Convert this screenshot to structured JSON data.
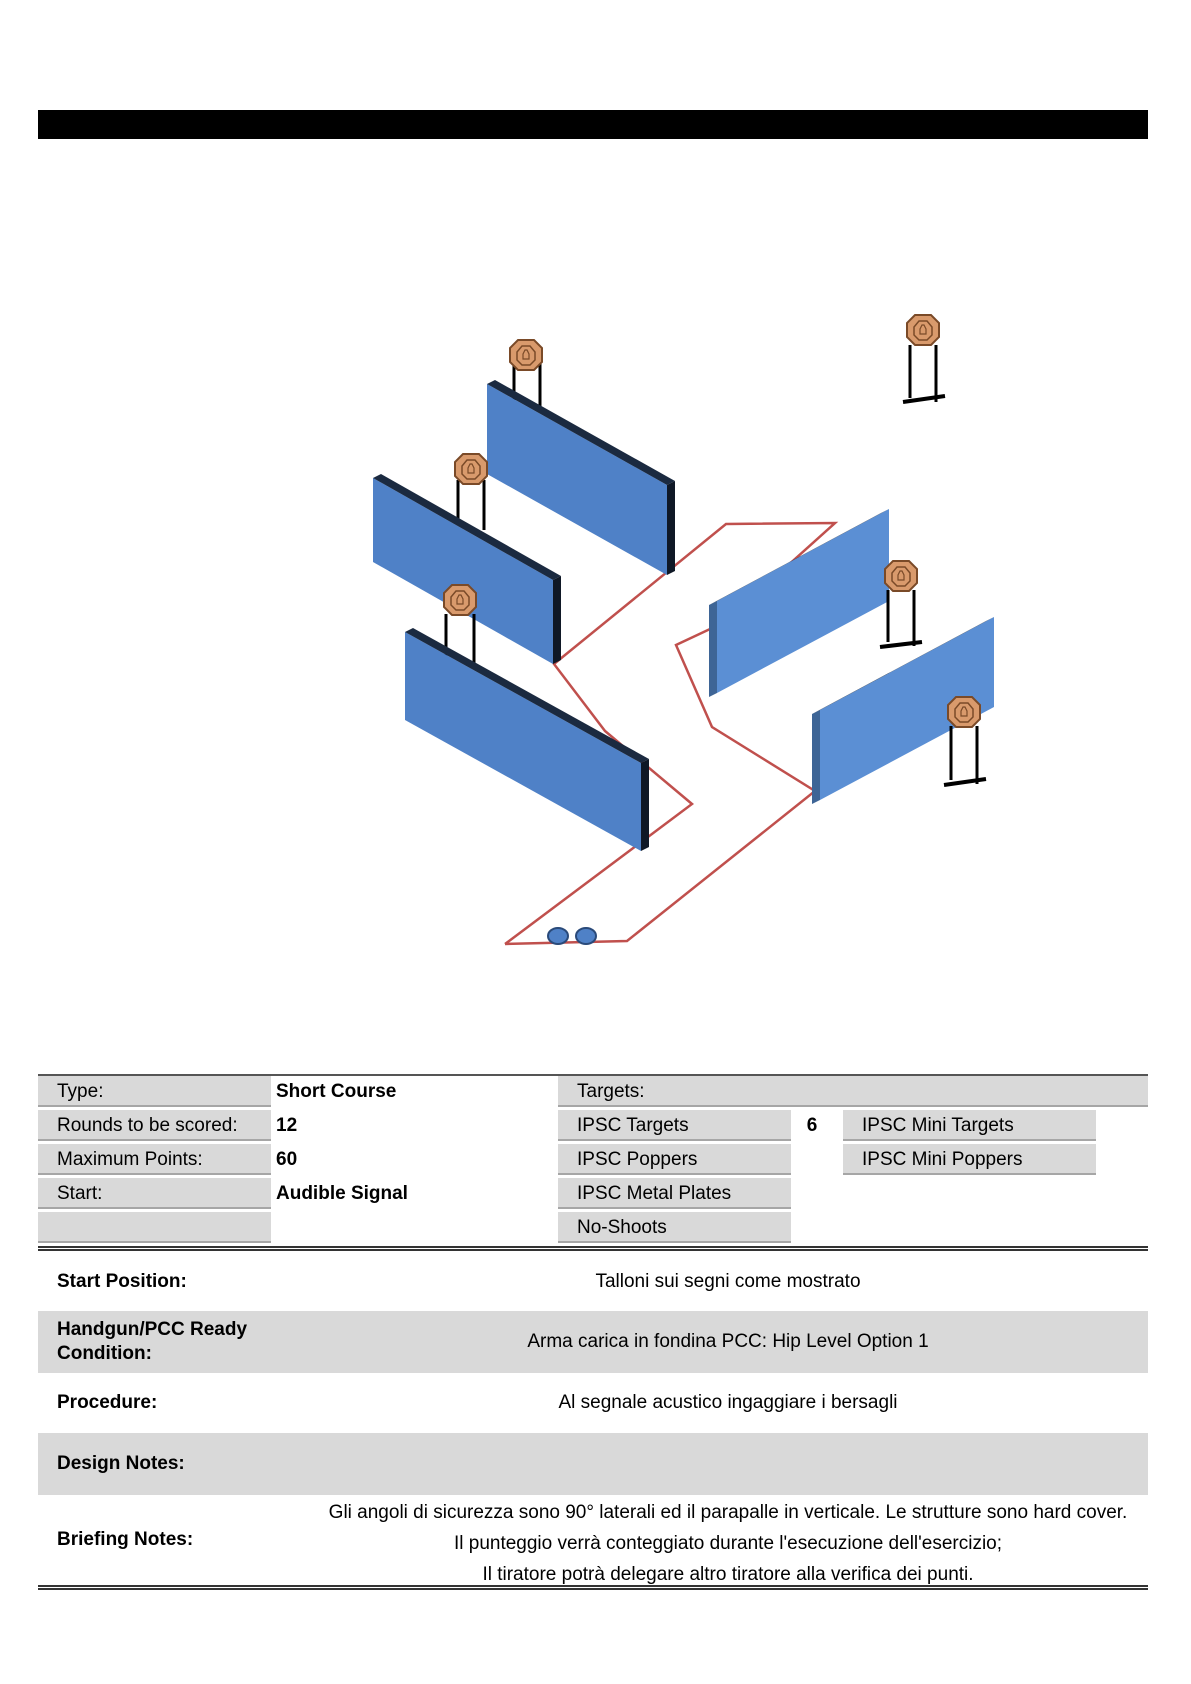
{
  "specs": {
    "type_label": "Type:",
    "type_value": "Short Course",
    "rounds_label": "Rounds to be scored:",
    "rounds_value": "12",
    "max_points_label": "Maximum Points:",
    "max_points_value": "60",
    "start_label": "Start:",
    "start_value": "Audible Signal",
    "targets_label": "Targets:",
    "ipsc_targets_label": "IPSC Targets",
    "ipsc_targets_count": "6",
    "ipsc_mini_targets_label": "IPSC Mini Targets",
    "ipsc_poppers_label": "IPSC Poppers",
    "ipsc_mini_poppers_label": "IPSC Mini Poppers",
    "ipsc_metal_plates_label": "IPSC Metal Plates",
    "no_shoots_label": "No-Shoots"
  },
  "notes": {
    "start_position_label": "Start Position:",
    "start_position_value": "Talloni sui segni come mostrato",
    "ready_condition_label": "Handgun/PCC Ready Condition:",
    "ready_condition_value": "Arma carica in fondina PCC: Hip Level Option 1",
    "procedure_label": "Procedure:",
    "procedure_value": "Al segnale acustico ingaggiare i bersagli",
    "design_notes_label": "Design Notes:",
    "briefing_label": "Briefing Notes:",
    "briefing_lines": [
      "Gli angoli di sicurezza sono 90° laterali ed il parapalle in verticale. Le strutture sono hard cover.",
      "Il punteggio verrà conteggiato durante l'esecuzione dell'esercizio;",
      "Il tiratore potrà delegare altro tiratore alla verifica dei punti."
    ]
  },
  "colors": {
    "wall_front": "#4f81c7",
    "wall_front_light": "#5b8fd4",
    "wall_top": "#1b2a40",
    "fault_line": "#c0504d",
    "target_fill": "#d99a6c",
    "label_bg": "#d9d9d9"
  },
  "icons": [
    "ipsc-target-icon",
    "barricade-wall-icon",
    "fault-line-icon",
    "start-mark-icon"
  ]
}
